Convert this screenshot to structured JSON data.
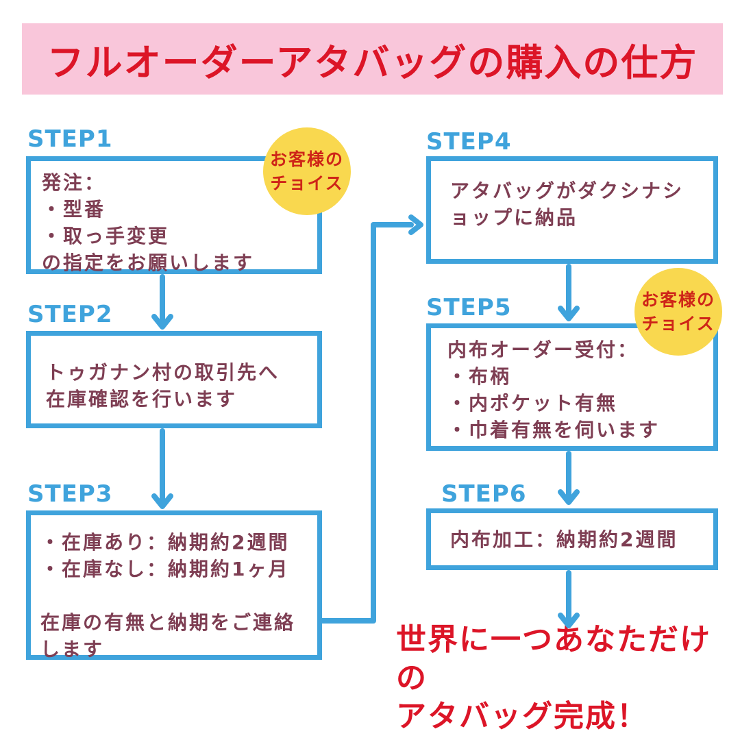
{
  "title": "フルオーダーアタバッグの購入の仕方",
  "badge": {
    "text": "お客様の\nチョイス"
  },
  "steps": [
    {
      "label": "STEP1",
      "text": "発注：\n・型番\n・取っ手変更\nの指定をお願いします"
    },
    {
      "label": "STEP2",
      "text": "トゥガナン村の取引先へ\n在庫確認を行います"
    },
    {
      "label": "STEP3",
      "text": "・在庫あり：納期約2週間\n・在庫なし：納期約1ヶ月\n\n在庫の有無と納期をご連絡\nします"
    },
    {
      "label": "STEP4",
      "text": "アタバッグがダクシナシ\nョップに納品"
    },
    {
      "label": "STEP5",
      "text": "内布オーダー受付：\n・布柄\n・内ポケット有無\n・巾着有無を伺います"
    },
    {
      "label": "STEP6",
      "text": "内布加工：納期約2週間"
    }
  ],
  "finale": {
    "text": "世界に一つあなただけの\nアタバッグ完成！"
  },
  "colors": {
    "blue": "#3FA3DC",
    "pink": "#F9C6DA",
    "red": "#DC1527",
    "maroon": "#7E3E53",
    "yellow": "#F9D84F",
    "badge_red": "#CE2418"
  }
}
